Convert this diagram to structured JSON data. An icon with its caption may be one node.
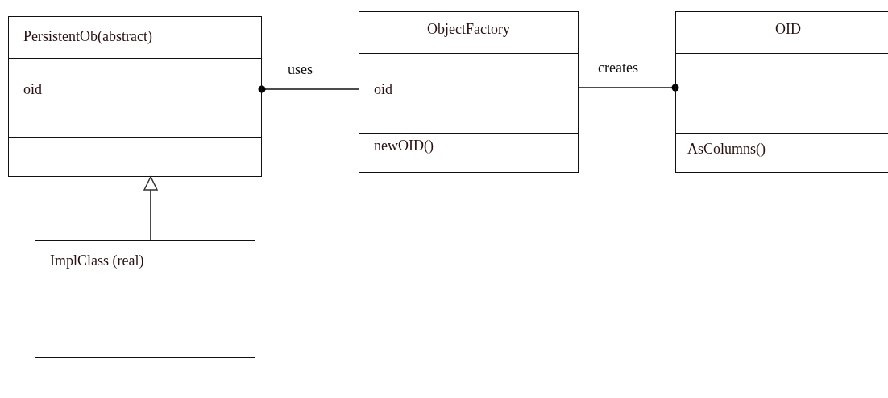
{
  "diagram": {
    "nodes": [
      {
        "text": [
          "PersistentOb(abstract)",
          "oid"
        ]
      },
      {
        "text": [
          "ObjectFactory",
          "oid",
          "newOID()"
        ]
      },
      {
        "text": [
          "OID",
          "AsColumns()"
        ]
      },
      {
        "text": [
          "ImplClass (real)"
        ]
      }
    ],
    "edges": [
      {
        "from": 1,
        "to": 0,
        "arrow": "other",
        "label": "uses"
      },
      {
        "from": 1,
        "to": 2,
        "arrow": "other",
        "label": "creates"
      },
      {
        "from": 3,
        "to": 0,
        "arrow": "to"
      }
    ]
  }
}
